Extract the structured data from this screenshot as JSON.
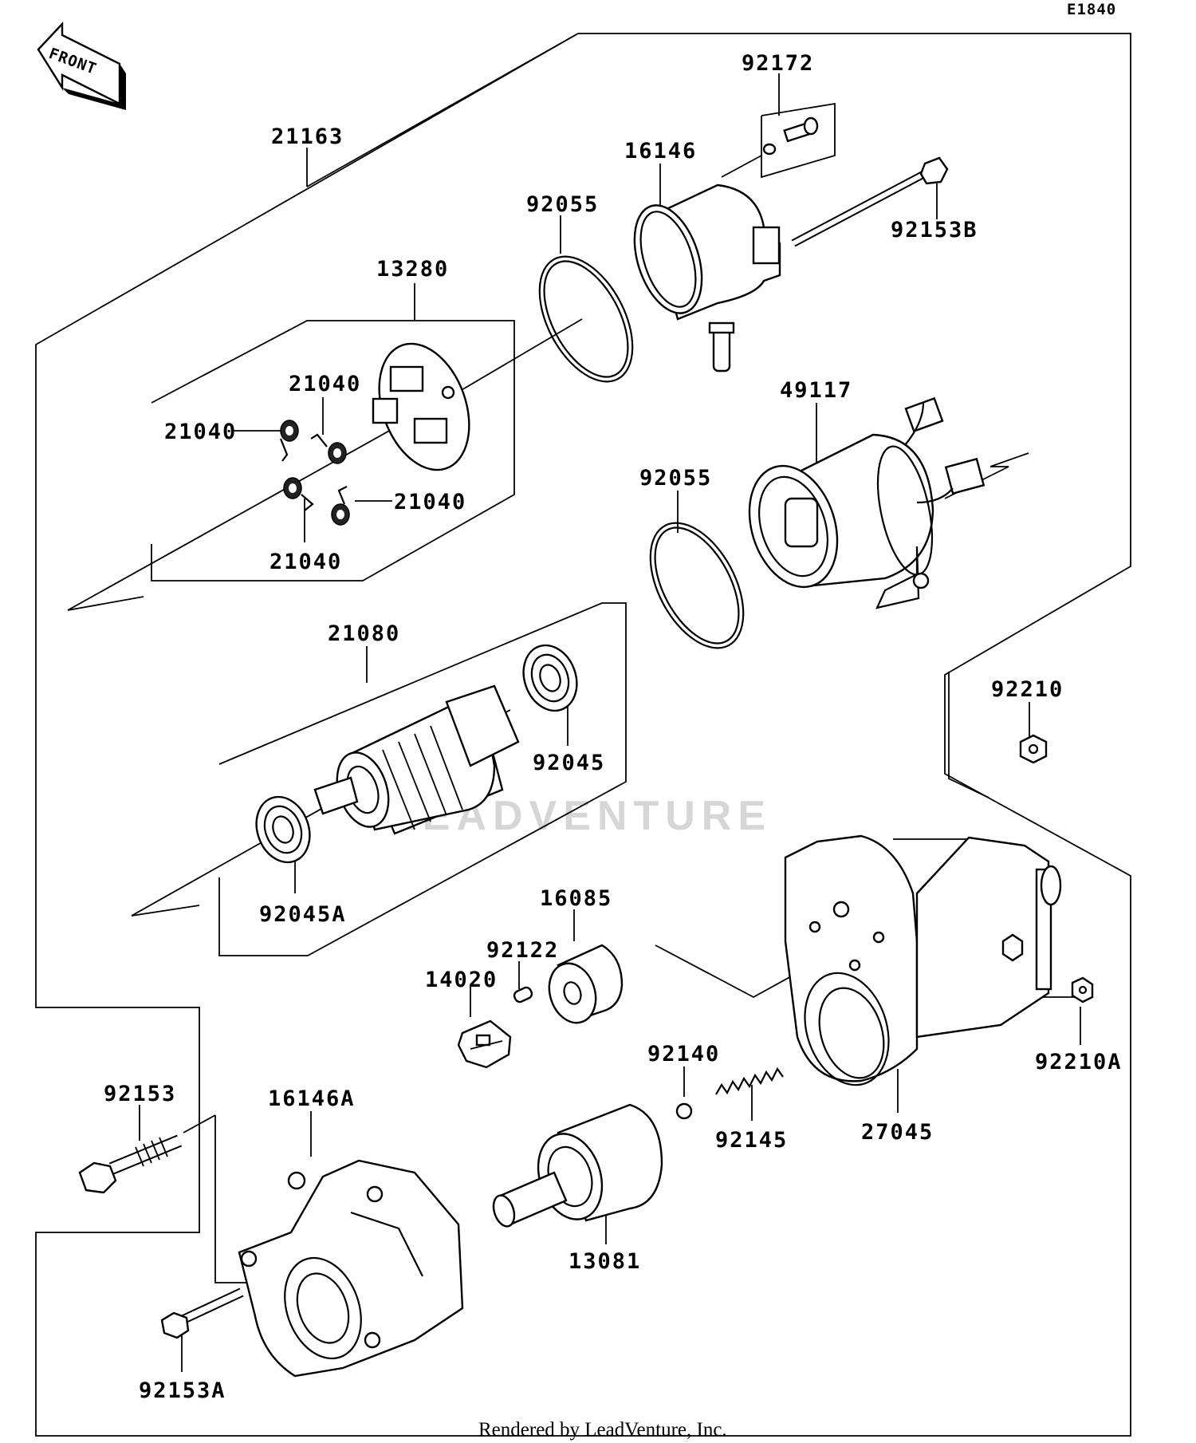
{
  "diagram_code": "E1840",
  "front_label": "FRONT",
  "footer": "Rendered by LeadVenture, Inc.",
  "watermark": "LEADVENTURE",
  "parts": {
    "p21163": "21163",
    "p92172": "92172",
    "p16146": "16146",
    "p92055_top": "92055",
    "p92153B": "92153B",
    "p13280": "13280",
    "p21040_a": "21040",
    "p21040_b": "21040",
    "p21040_c": "21040",
    "p21040_d": "21040",
    "p49117": "49117",
    "p92055_mid": "92055",
    "p21080": "21080",
    "p92045": "92045",
    "p92045A": "92045A",
    "p92210": "92210",
    "p16085": "16085",
    "p92122": "92122",
    "p14020": "14020",
    "p92140": "92140",
    "p92145": "92145",
    "p92210A": "92210A",
    "p27045": "27045",
    "p92153": "92153",
    "p16146A": "16146A",
    "p13081": "13081",
    "p92153A": "92153A"
  }
}
